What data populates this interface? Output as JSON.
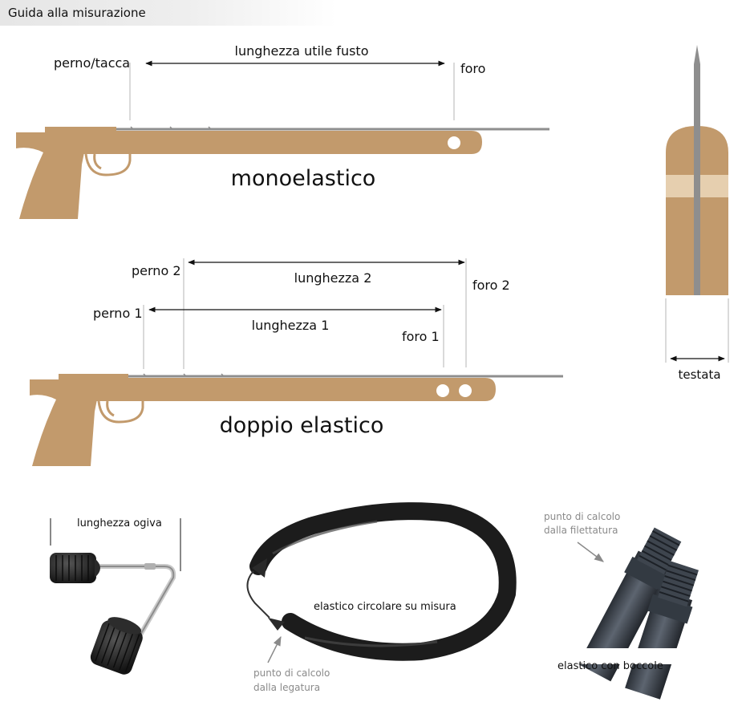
{
  "header": {
    "title": "Guida alla misurazione"
  },
  "colors": {
    "wood": "#c29a6c",
    "wood_light": "#e6cfaf",
    "shaft": "#8e8e8e",
    "rubber": "#1c1c1c",
    "header_bg": "#e6e6e6"
  },
  "mono": {
    "pin_label": "perno/tacca",
    "length_label": "lunghezza utile fusto",
    "hole_label": "foro",
    "title": "monoelastico"
  },
  "doppio": {
    "pin2_label": "perno 2",
    "length2_label": "lunghezza 2",
    "hole2_label": "foro 2",
    "pin1_label": "perno 1",
    "length1_label": "lunghezza 1",
    "hole1_label": "foro 1",
    "title": "doppio elastico"
  },
  "head": {
    "label": "testata"
  },
  "bottom": {
    "ogiva_label": "lunghezza ogiva",
    "circolare_label": "elastico circolare su misura",
    "legatura_label_1": "punto di calcolo",
    "legatura_label_2": "dalla legatura",
    "filettatura_label_1": "punto di calcolo",
    "filettatura_label_2": "dalla filettatura",
    "boccole_label": "elastico con boccole"
  },
  "icons": [
    "speargun-mono",
    "speargun-double",
    "gun-head-section",
    "wishbone-ogiva",
    "circular-band",
    "threaded-bushings",
    "arrow-icon"
  ]
}
